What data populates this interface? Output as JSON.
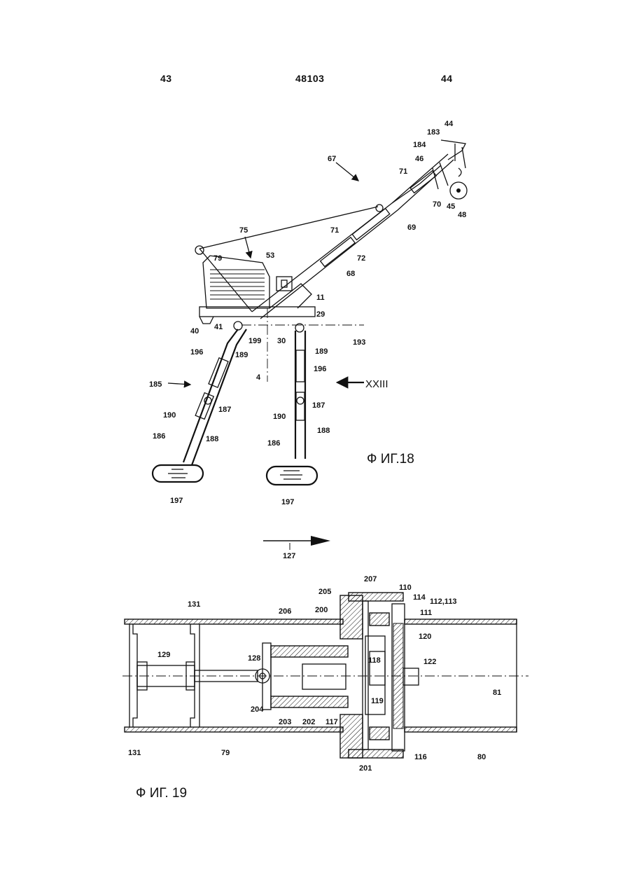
{
  "header": {
    "page_left": "43",
    "patent_number": "48103",
    "page_right": "44"
  },
  "figure18": {
    "caption": "Ф ИГ.18",
    "view_mark": "XXIII",
    "labels": {
      "l44": "44",
      "l183": "183",
      "l184": "184",
      "l46": "46",
      "l67": "67",
      "l71a": "71",
      "l70": "70",
      "l45": "45",
      "l48": "48",
      "l69": "69",
      "l75": "75",
      "l71b": "71",
      "l72": "72",
      "l79": "79",
      "l53": "53",
      "l68": "68",
      "l11": "11",
      "l29": "29",
      "l40": "40",
      "l41": "41",
      "l199": "199",
      "l30": "30",
      "l193": "193",
      "l196a": "196",
      "l189a": "189",
      "l189b": "189",
      "l196b": "196",
      "l185": "185",
      "l4": "4",
      "l187a": "187",
      "l187b": "187",
      "l190a": "190",
      "l190b": "190",
      "l186a": "186",
      "l188a": "188",
      "l186b": "186",
      "l188b": "188",
      "l197a": "197",
      "l197b": "197"
    }
  },
  "flow_arrow": {
    "label": "127"
  },
  "figure19": {
    "caption": "Ф ИГ. 19",
    "labels": {
      "l207": "207",
      "l110": "110",
      "l205": "205",
      "l114": "114",
      "l112_113": "112,113",
      "l131a": "131",
      "l206": "206",
      "l200": "200",
      "l111": "111",
      "l120": "120",
      "l129": "129",
      "l128": "128",
      "l118": "118",
      "l122": "122",
      "l119": "119",
      "l81": "81",
      "l204": "204",
      "l203": "203",
      "l202": "202",
      "l117": "117",
      "l131b": "131",
      "l79": "79",
      "l116": "116",
      "l80": "80",
      "l201": "201"
    }
  }
}
